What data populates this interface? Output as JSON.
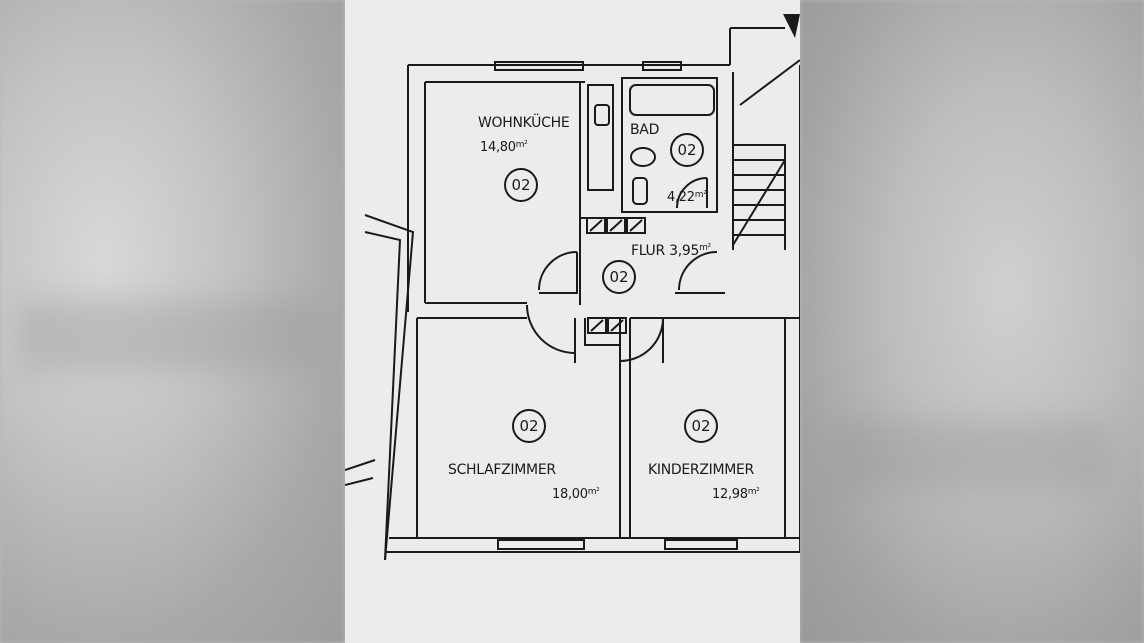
{
  "rooms": {
    "wohnkueche": {
      "name": "WOHNKÜCHE",
      "area": "14,80",
      "unit_no": "02"
    },
    "bad": {
      "name": "BAD",
      "area": "4,22",
      "unit_no": "02"
    },
    "flur": {
      "name": "FLUR",
      "area": "3,95",
      "unit_no": "02"
    },
    "schlafzimmer": {
      "name": "SCHLAFZIMMER",
      "area": "18,00",
      "unit_no": "02"
    },
    "kinderzimmer": {
      "name": "KINDERZIMMER",
      "area": "12,98",
      "unit_no": "02"
    }
  },
  "area_unit": "m²",
  "colors": {
    "ink": "#1a1a1a",
    "paper": "#ececea",
    "background": "#b9b9b9"
  }
}
